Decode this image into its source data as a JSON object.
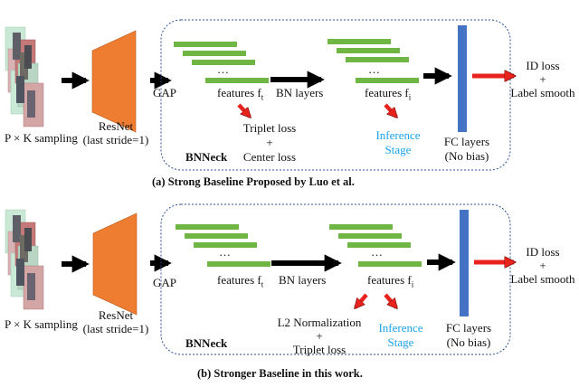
{
  "colors": {
    "resnet": "#ee7d31",
    "feature_bar": "#6fb644",
    "fc_layer": "#4472c4",
    "panel_border": "#2f4f8f",
    "inference": "#1aa3ea",
    "loss_arrow": "#e8231e"
  },
  "panel_a": {
    "sampling_label": "P × K sampling",
    "resnet_label_1": "ResNet",
    "resnet_label_2": "(last stride=1)",
    "gap_label": "GAP",
    "ellipsis_1": "…",
    "features_label_1": "features f",
    "features_sub_1": "t",
    "triplet_loss": "Triplet loss",
    "plus": "+",
    "center_loss": "Center loss",
    "bnneck_label": "BNNeck",
    "bn_layers": "BN layers",
    "ellipsis_2": "…",
    "features_label_2": "features f",
    "features_sub_2": "i",
    "inference_1": "Inference",
    "inference_2": "Stage",
    "fc_label_1": "FC layers",
    "fc_label_2": "(No bias)",
    "id_loss": "ID loss",
    "plus2": "+",
    "label_smooth": "Label smooth",
    "caption": "(a) Strong Baseline Proposed by Luo et al."
  },
  "panel_b": {
    "sampling_label": "P × K sampling",
    "resnet_label_1": "ResNet",
    "resnet_label_2": "(last stride=1)",
    "gap_label": "GAP",
    "ellipsis_1": "…",
    "features_label_1": "features f",
    "features_sub_1": "t",
    "bnneck_label": "BNNeck",
    "bn_layers": "BN layers",
    "ellipsis_2": "…",
    "features_label_2": "features f",
    "features_sub_2": "i",
    "l2_norm": "L2 Normalization",
    "plus": "+",
    "triplet_loss": "Triplet loss",
    "inference_1": "Inference",
    "inference_2": "Stage",
    "fc_label_1": "FC layers",
    "fc_label_2": "(No bias)",
    "id_loss": "ID loss",
    "plus2": "+",
    "label_smooth": "Label smooth",
    "caption": "(b) Stronger Baseline in this work."
  }
}
